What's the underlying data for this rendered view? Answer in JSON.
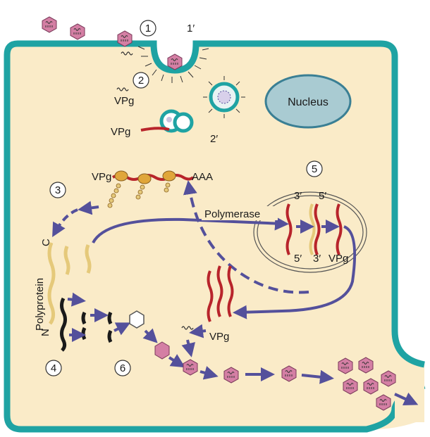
{
  "labels": {
    "nucleus": "Nucleus",
    "vpg_1": "VPg",
    "vpg_2": "VPg",
    "vpg_3": "VPg",
    "vpg_4": "VPg",
    "vpg_5": "VPg",
    "aaa": "AAA",
    "polymerase": "Polymerase",
    "polyprotein": "Polyprotein",
    "n_terminus": "N",
    "c_terminus": "C",
    "three_prime_a": "3′",
    "five_prime_a": "5′",
    "five_prime_b": "5′",
    "three_prime_b": "3′"
  },
  "steps": {
    "s1": "1",
    "s1_prime": "1′",
    "s2": "2",
    "s2_prime": "2′",
    "s3": "3",
    "s4": "4",
    "s5": "5",
    "s6": "6"
  },
  "colors": {
    "membrane": "#1fa3a3",
    "cytoplasm": "#faebc8",
    "nucleus_fill": "#a9cbd2",
    "nucleus_stroke": "#3a7f94",
    "rna": "#b8242b",
    "protein": "#e5c97a",
    "arrow": "#54509b",
    "virion": "#d47fa4"
  }
}
